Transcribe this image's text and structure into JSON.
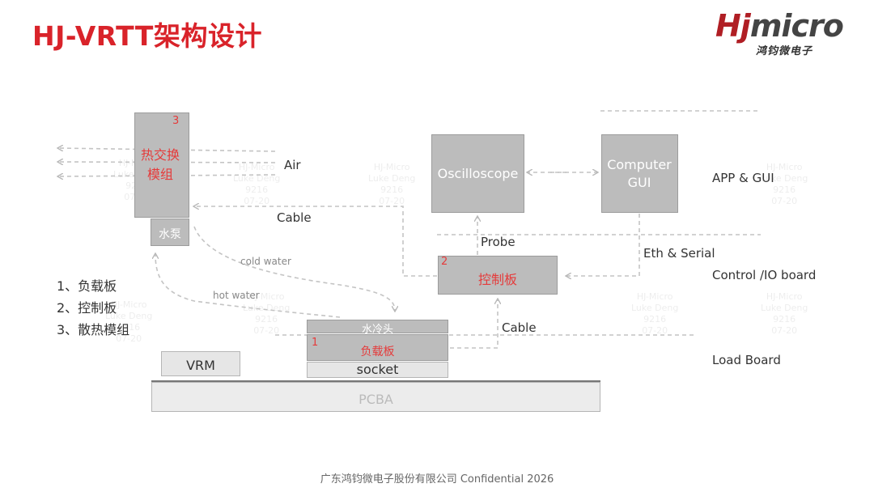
{
  "title": "HJ-VRTT架构设计",
  "logo": {
    "brand": "HJmicro",
    "brand_cn": "鸿钧微电子"
  },
  "modules": {
    "heat_exchanger": {
      "number": "3",
      "label": "热交换模组"
    },
    "pump": {
      "label": "水泵"
    },
    "oscilloscope": {
      "label": "Oscilloscope"
    },
    "computer": {
      "label": "Computer GUI"
    },
    "control_board": {
      "number": "2",
      "label": "控制板"
    },
    "cold_plate": {
      "label": "水冷头"
    },
    "load_board": {
      "number": "1",
      "label": "负载板"
    },
    "socket": {
      "label": "socket"
    },
    "vrm": {
      "label": "VRM"
    },
    "pcba": {
      "label": "PCBA"
    }
  },
  "connections": {
    "air": "Air",
    "cable_top": "Cable",
    "cold_water": "cold water",
    "hot_water": "hot water",
    "probe": "Probe",
    "eth_serial": "Eth & Serial",
    "cable_bottom": "Cable"
  },
  "layers": {
    "app_gui": "APP & GUI",
    "control_io": "Control /IO  board",
    "load_board": "Load Board"
  },
  "legend": [
    "1、负载板",
    "2、控制板",
    "3、散热模组"
  ],
  "footer": "广东鸿钧微电子股份有限公司 Confidential 2026"
}
